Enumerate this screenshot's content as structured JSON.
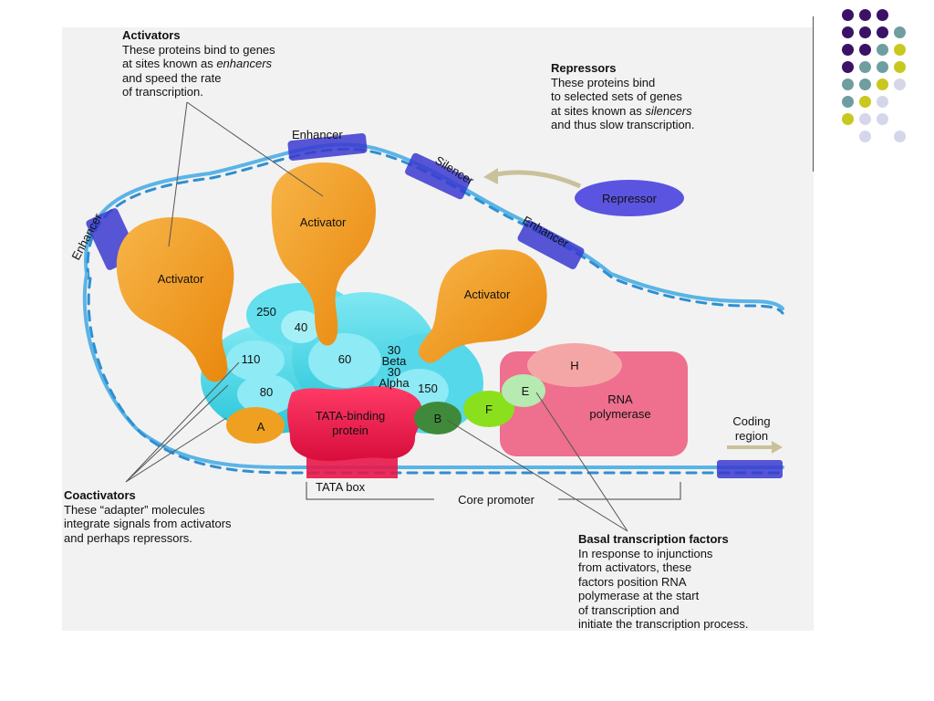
{
  "captions": {
    "activators": {
      "title": "Activators",
      "lines": [
        "These proteins bind to genes",
        "at sites known as ",
        "enhancers",
        "and speed the rate",
        "of transcription."
      ]
    },
    "repressors": {
      "title": "Repressors",
      "lines": [
        "These proteins bind",
        "to selected sets of genes",
        "at sites known as ",
        "silencers",
        "and thus slow transcription."
      ]
    },
    "coactivators": {
      "title": "Coactivators",
      "lines": [
        "These “adapter” molecules",
        "integrate signals from activators",
        "and perhaps repressors."
      ]
    },
    "basal": {
      "title": "Basal transcription factors",
      "lines": [
        "In response to injunctions",
        "from activators, these",
        "factors position RNA",
        "polymerase at the start",
        "of transcription and",
        "initiate the transcription process."
      ]
    }
  },
  "labels": {
    "enhancer_top": "Enhancer",
    "enhancer_left": "Enhancer",
    "enhancer_right": "Enhancer",
    "silencer": "Silencer",
    "repressor": "Repressor",
    "activator_left": "Activator",
    "activator_center": "Activator",
    "activator_right": "Activator",
    "taf_250": "250",
    "taf_40": "40",
    "taf_110": "110",
    "taf_60": "60",
    "taf_30beta": [
      "30",
      "Beta"
    ],
    "taf_30alpha": [
      "30",
      "Alpha"
    ],
    "taf_80": "80",
    "taf_150": "150",
    "factor_a": "A",
    "factor_b": "B",
    "factor_f": "F",
    "factor_e": "E",
    "factor_h": "H",
    "tata_binding_protein": [
      "TATA-binding",
      "protein"
    ],
    "rna_polymerase": [
      "RNA",
      "polymerase"
    ],
    "coding_region": [
      "Coding",
      "region"
    ],
    "tata_box": "TATA box",
    "core_promoter": "Core promoter"
  },
  "colors": {
    "panel_bg": "#f2f2f2",
    "dna": "#5ab4e6",
    "enhancer_block": "#3a3ad0",
    "activator": "#f29b1c",
    "taf_cyan": "#3fd6e6",
    "tata_protein": "#e8174a",
    "polymerase": "#ee6f8e",
    "repressor": "#5a54e0",
    "factor_a": "#f0a020",
    "factor_b": "#3f8a3a",
    "factor_f": "#8ae01c",
    "factor_e": "#b6eab0",
    "factor_h": "#f4a6a6"
  },
  "dot_palette": [
    "#3b1266",
    "#6f9ea0",
    "#c8c81e",
    "#d6d6ea"
  ]
}
